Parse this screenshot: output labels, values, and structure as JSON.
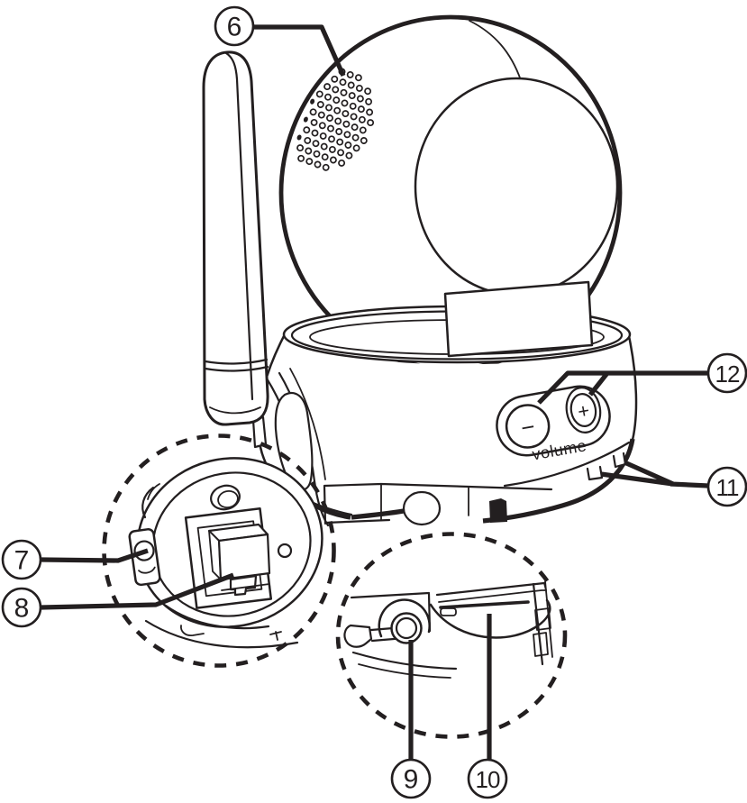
{
  "callouts": {
    "c6": {
      "label": "6"
    },
    "c7": {
      "label": "7"
    },
    "c8": {
      "label": "8"
    },
    "c9": {
      "label": "9"
    },
    "c10": {
      "label": "10"
    },
    "c11": {
      "label": "11"
    },
    "c12": {
      "label": "12"
    }
  },
  "device_labels": {
    "volume": "volume",
    "volume_minus": "−",
    "volume_plus": "+"
  },
  "colors": {
    "line": "#231f20",
    "background": "#ffffff"
  }
}
